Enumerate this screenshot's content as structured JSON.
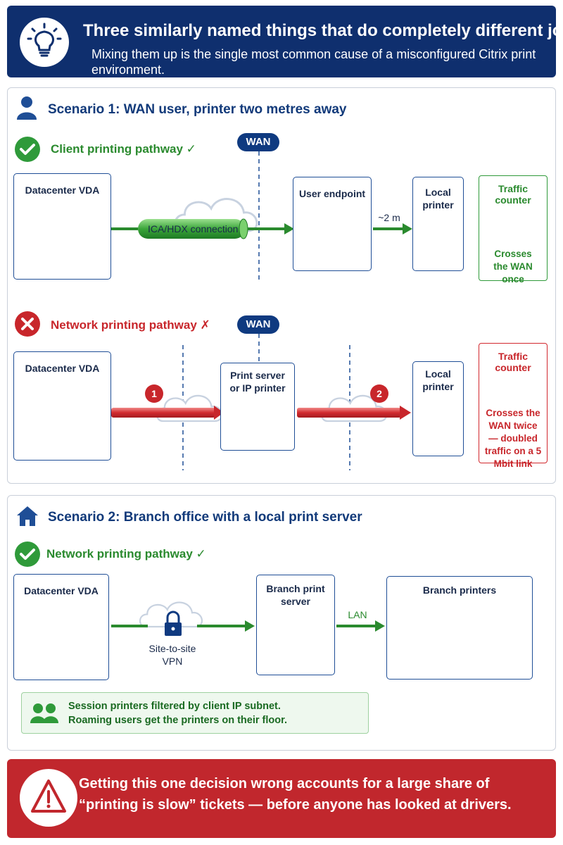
{
  "header": {
    "title": "Three similarly named things that do completely different jobs.",
    "subtitle": "Mixing them up is the single most common cause of a misconfigured Citrix print environment.",
    "icon": "lightbulb-icon"
  },
  "scenario1": {
    "title": "Scenario 1: WAN user, printer two metres away",
    "icon": "user-icon",
    "client": {
      "label": "Client printing pathway ✓",
      "status_icon": "check-circle-icon",
      "wan": "WAN",
      "vda": "Datacenter VDA",
      "connection": "ICA/HDX connection",
      "endpoint": "User endpoint",
      "distance": "~2 m",
      "printer": "Local printer",
      "counter_title": "Traffic counter",
      "counter_desc": "Crosses the WAN once"
    },
    "network": {
      "label": "Network printing pathway ✗",
      "status_icon": "x-circle-icon",
      "wan": "WAN",
      "vda": "Datacenter VDA",
      "step1": "1",
      "step2": "2",
      "server": "Print server or IP printer",
      "printer": "Local printer",
      "counter_title": "Traffic counter",
      "counter_desc": "Crosses the WAN twice — doubled traffic on a 5 Mbit link"
    }
  },
  "scenario2": {
    "title": "Scenario 2: Branch office with a local print server",
    "icon": "home-icon",
    "path_label": "Network printing pathway ✓",
    "vda": "Datacenter VDA",
    "vpn": "Site-to-site VPN",
    "server": "Branch print server",
    "lan": "LAN",
    "printers": "Branch printers",
    "info_line1": "Session printers filtered by client IP subnet.",
    "info_line2": "Roaming users get the printers on their floor."
  },
  "footer": {
    "line1": "Getting this one decision wrong accounts for a large share of",
    "line2": "“printing is slow” tickets — before anyone has looked at drivers.",
    "icon": "warning-icon"
  },
  "colors": {
    "navy": "#0f2f6e",
    "green": "#2a8a2e",
    "red": "#c8262b"
  }
}
